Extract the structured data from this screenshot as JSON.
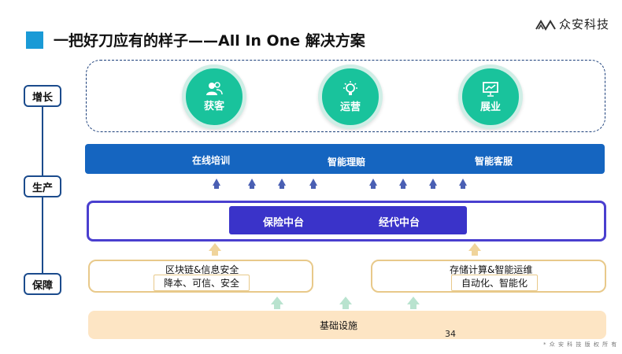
{
  "header": {
    "title": "一把好刀应有的样子——All In One 解决方案",
    "logo_text": "众安科技"
  },
  "rail": {
    "growth": "增长",
    "production": "生产",
    "assurance": "保障"
  },
  "growth": {
    "items": [
      {
        "label": "获客",
        "icon": "users-icon"
      },
      {
        "label": "运营",
        "icon": "lightbulb-icon"
      },
      {
        "label": "展业",
        "icon": "presentation-chart-icon"
      }
    ]
  },
  "band": {
    "items": [
      "在线培训",
      "智能理赔",
      "智能客服"
    ]
  },
  "platform": {
    "items": [
      "保险中台",
      "经代中台"
    ]
  },
  "support": {
    "left": {
      "title": "区块链&信息安全",
      "sub": "降本、可信、安全"
    },
    "right": {
      "title": "存储计算&智能运维",
      "sub": "自动化、智能化"
    }
  },
  "base": {
    "label": "基础设施"
  },
  "footer": {
    "page": "34",
    "copyright": "* 众 安 科 技   版 权 所 有"
  },
  "colors": {
    "accent": "#1a9ad6",
    "band": "#1565c0",
    "platform": "#3a33c9",
    "growth_circle": "#19c39c",
    "tan": "#e8c98a",
    "base": "#fde5c4"
  }
}
